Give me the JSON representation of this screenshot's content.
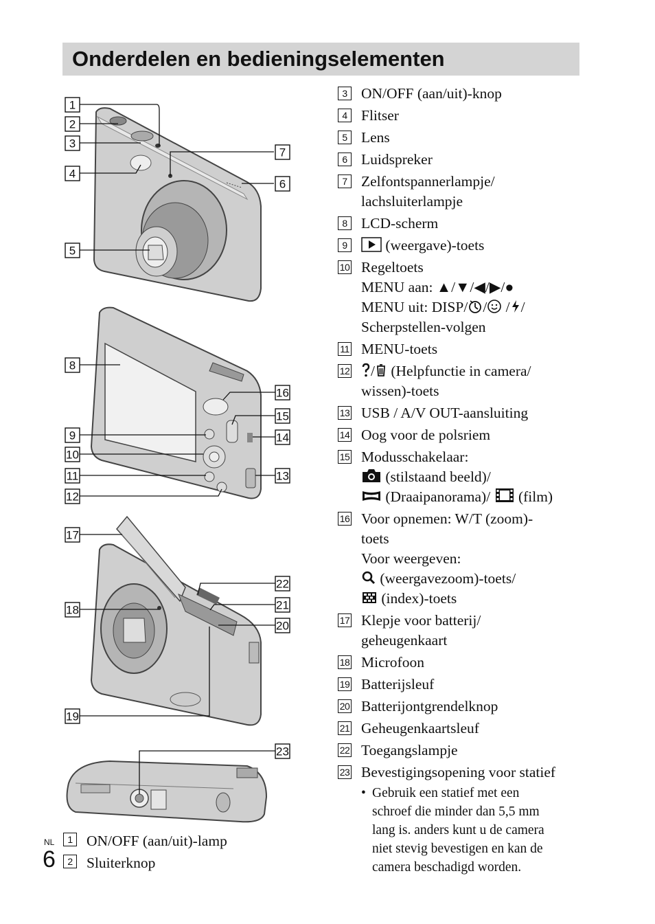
{
  "page": {
    "title": "Onderdelen en bedieningselementen",
    "lang_label": "NL",
    "page_number": "6"
  },
  "figure_callouts": [
    "1",
    "2",
    "3",
    "4",
    "5",
    "7",
    "6",
    "8",
    "9",
    "10",
    "11",
    "12",
    "16",
    "15",
    "14",
    "13",
    "17",
    "18",
    "22",
    "21",
    "20",
    "19",
    "23"
  ],
  "parts_right": [
    {
      "num": "3",
      "lines": [
        "ON/OFF (aan/uit)-knop"
      ]
    },
    {
      "num": "4",
      "lines": [
        "Flitser"
      ]
    },
    {
      "num": "5",
      "lines": [
        "Lens"
      ]
    },
    {
      "num": "6",
      "lines": [
        "Luidspreker"
      ]
    },
    {
      "num": "7",
      "lines": [
        "Zelfontspannerlampje/",
        "lachsluiterlampje"
      ]
    },
    {
      "num": "8",
      "lines": [
        "LCD-scherm"
      ]
    },
    {
      "num": "9",
      "icon": "play-icon",
      "lines": [
        "(weergave)-toets"
      ]
    },
    {
      "num": "10",
      "lines": [
        "Regeltoets",
        "MENU aan: ▲/▼/◀/▶/●",
        "MENU uit: DISP/",
        "Scherpstellen-volgen"
      ]
    },
    {
      "num": "11",
      "lines": [
        "MENU-toets"
      ]
    },
    {
      "num": "12",
      "lines": [
        "(Helpfunctie in camera/",
        "wissen)-toets"
      ]
    },
    {
      "num": "13",
      "lines": [
        "USB / A/V OUT-aansluiting"
      ]
    },
    {
      "num": "14",
      "lines": [
        "Oog voor de polsriem"
      ]
    },
    {
      "num": "15",
      "lines": [
        "Modusschakelaar:",
        "(stilstaand beeld)/",
        "(Draaipanorama)/",
        "(film)"
      ]
    },
    {
      "num": "16",
      "lines": [
        "Voor opnemen: W/T (zoom)-",
        "toets",
        "Voor weergeven:",
        "(weergavezoom)-toets/",
        "(index)-toets"
      ]
    },
    {
      "num": "17",
      "lines": [
        "Klepje voor batterij/",
        "geheugenkaart"
      ]
    },
    {
      "num": "18",
      "lines": [
        "Microfoon"
      ]
    },
    {
      "num": "19",
      "lines": [
        "Batterijsleuf"
      ]
    },
    {
      "num": "20",
      "lines": [
        "Batterijontgrendelknop"
      ]
    },
    {
      "num": "21",
      "lines": [
        "Geheugenkaartsleuf"
      ]
    },
    {
      "num": "22",
      "lines": [
        "Toegangslampje"
      ]
    },
    {
      "num": "23",
      "lines": [
        "Bevestigingsopening voor statief"
      ]
    }
  ],
  "tripod_note": [
    "Gebruik een statief met een",
    "schroef die minder dan 5,5 mm",
    "lang is. anders kunt u de camera",
    "niet stevig bevestigen en kan de",
    "camera beschadigd worden."
  ],
  "parts_bottom": [
    {
      "num": "1",
      "lines": [
        "ON/OFF (aan/uit)-lamp"
      ]
    },
    {
      "num": "2",
      "lines": [
        "Sluiterknop"
      ]
    }
  ],
  "colors": {
    "title_bg": "#d4d4d4",
    "camera_body": "#cfcfcf",
    "camera_dark": "#555555",
    "ink": "#111111"
  }
}
